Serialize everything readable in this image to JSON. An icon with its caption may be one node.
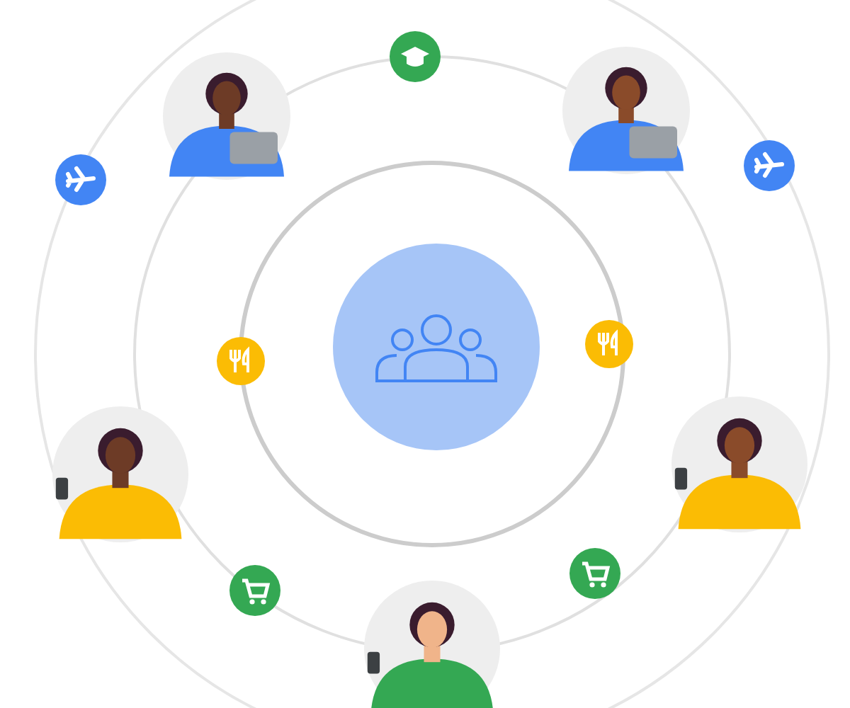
{
  "diagram": {
    "nodes": [
      {
        "text": [],
        "shape": "picture"
      },
      {
        "text": [],
        "shape": "person"
      },
      {
        "text": [],
        "shape": "person"
      },
      {
        "text": [],
        "shape": "picture"
      },
      {
        "text": [],
        "shape": "picture"
      },
      {
        "text": [],
        "shape": "picture"
      },
      {
        "text": [],
        "shape": "circle"
      },
      {
        "text": [],
        "shape": "picture"
      },
      {
        "text": [],
        "shape": "person"
      },
      {
        "text": [],
        "shape": "person"
      },
      {
        "text": [],
        "shape": "picture"
      },
      {
        "text": [],
        "shape": "picture"
      },
      {
        "text": [],
        "shape": "person"
      }
    ]
  }
}
